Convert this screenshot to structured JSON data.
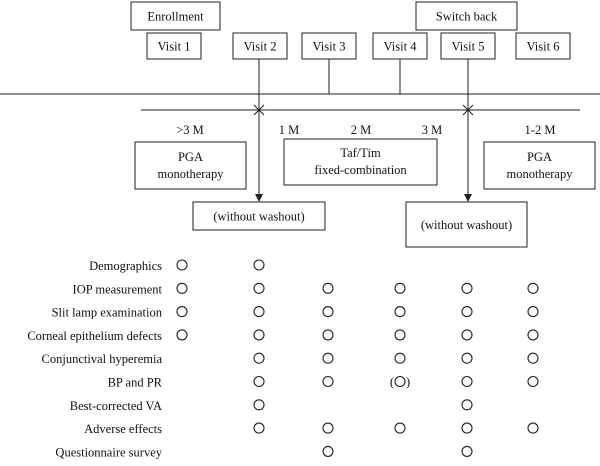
{
  "headers": {
    "enrollment": "Enrollment",
    "switch_back": "Switch back"
  },
  "visits": [
    "Visit 1",
    "Visit 2",
    "Visit 3",
    "Visit 4",
    "Visit 5",
    "Visit 6"
  ],
  "durations": {
    "d1": ">3 M",
    "d2": "1 M",
    "d3": "2 M",
    "d4": "3 M",
    "d5": "1-2 M"
  },
  "phases": {
    "pga1_line1": "PGA",
    "pga1_line2": "monotherapy",
    "taftim_line1": "Taf/Tim",
    "taftim_line2": "fixed-combination",
    "pga2_line1": "PGA",
    "pga2_line2": "monotherapy"
  },
  "washout": {
    "w1": "(without washout)",
    "w2": "(without washout)"
  },
  "assessments": [
    {
      "label": "Demographics",
      "marks": [
        "O",
        "O",
        "",
        "",
        "",
        ""
      ]
    },
    {
      "label": "IOP measurement",
      "marks": [
        "O",
        "O",
        "O",
        "O",
        "O",
        "O"
      ]
    },
    {
      "label": "Slit lamp examination",
      "marks": [
        "O",
        "O",
        "O",
        "O",
        "O",
        "O"
      ]
    },
    {
      "label": "Corneal epithelium defects",
      "marks": [
        "O",
        "O",
        "O",
        "O",
        "O",
        "O"
      ]
    },
    {
      "label": "Conjunctival hyperemia",
      "marks": [
        "",
        "O",
        "O",
        "O",
        "O",
        "O"
      ]
    },
    {
      "label": "BP and PR",
      "marks": [
        "",
        "O",
        "O",
        "(O)",
        "O",
        "O"
      ]
    },
    {
      "label": "Best-corrected VA",
      "marks": [
        "",
        "O",
        "",
        "",
        "O",
        ""
      ]
    },
    {
      "label": "Adverse effects",
      "marks": [
        "",
        "O",
        "O",
        "O",
        "O",
        "O"
      ]
    },
    {
      "label": "Questionnaire survey",
      "marks": [
        "",
        "",
        "O",
        "",
        "O",
        ""
      ]
    }
  ]
}
